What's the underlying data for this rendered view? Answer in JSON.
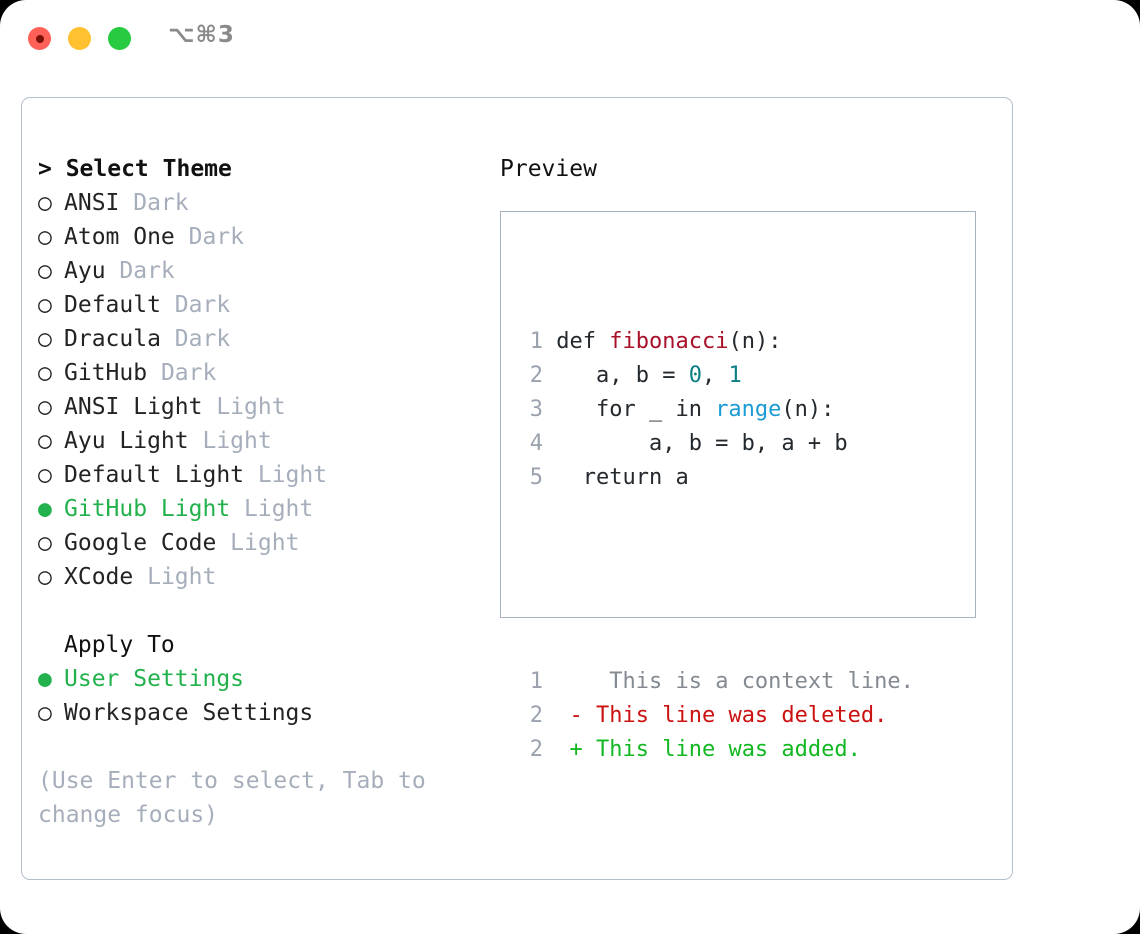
{
  "titlebar": {
    "shortcut": "⌥⌘3",
    "traffic_lights": [
      "close",
      "minimize",
      "maximize"
    ],
    "colors": {
      "red": "#ff6058",
      "yellow": "#ffc130",
      "green": "#27ca40"
    }
  },
  "theme_selector": {
    "heading": "> Select Theme",
    "marker_selected": "●",
    "marker_unselected": "○",
    "accent_color": "#22b14c",
    "items": [
      {
        "name": "ANSI",
        "tag": "Dark",
        "selected": false
      },
      {
        "name": "Atom One",
        "tag": "Dark",
        "selected": false
      },
      {
        "name": "Ayu",
        "tag": "Dark",
        "selected": false
      },
      {
        "name": "Default",
        "tag": "Dark",
        "selected": false
      },
      {
        "name": "Dracula",
        "tag": "Dark",
        "selected": false
      },
      {
        "name": "GitHub",
        "tag": "Dark",
        "selected": false
      },
      {
        "name": "ANSI Light",
        "tag": "Light",
        "selected": false
      },
      {
        "name": "Ayu Light",
        "tag": "Light",
        "selected": false
      },
      {
        "name": "Default Light",
        "tag": "Light",
        "selected": false
      },
      {
        "name": "GitHub Light",
        "tag": "Light",
        "selected": true
      },
      {
        "name": "Google Code",
        "tag": "Light",
        "selected": false
      },
      {
        "name": "XCode",
        "tag": "Light",
        "selected": false
      }
    ]
  },
  "apply_to": {
    "heading": "Apply To",
    "items": [
      {
        "name": "User Settings",
        "selected": true
      },
      {
        "name": "Workspace Settings",
        "selected": false
      }
    ]
  },
  "hint": "(Use Enter to select, Tab to change focus)",
  "preview": {
    "title": "Preview",
    "code": {
      "lines": [
        {
          "no": "1",
          "tokens": [
            {
              "t": "def ",
              "c": "plain"
            },
            {
              "t": "fibonacci",
              "c": "func"
            },
            {
              "t": "(n):",
              "c": "plain"
            }
          ]
        },
        {
          "no": "2",
          "tokens": [
            {
              "t": "    a, b = ",
              "c": "plain"
            },
            {
              "t": "0",
              "c": "num"
            },
            {
              "t": ", ",
              "c": "plain"
            },
            {
              "t": "1",
              "c": "num"
            }
          ]
        },
        {
          "no": "3",
          "tokens": [
            {
              "t": "    for _ in ",
              "c": "plain"
            },
            {
              "t": "range",
              "c": "builtin"
            },
            {
              "t": "(n):",
              "c": "plain"
            }
          ]
        },
        {
          "no": "4",
          "tokens": [
            {
              "t": "        a, b = b, a + b",
              "c": "plain"
            }
          ]
        },
        {
          "no": "5",
          "tokens": [
            {
              "t": "   return a",
              "c": "plain"
            }
          ]
        }
      ]
    },
    "diff": {
      "lines": [
        {
          "no": "1",
          "sign": " ",
          "text": "  This is a context line.",
          "kind": "ctx"
        },
        {
          "no": "2",
          "sign": "-",
          "text": " This line was deleted.",
          "kind": "del"
        },
        {
          "no": "2",
          "sign": "+",
          "text": " This line was added.",
          "kind": "add"
        }
      ]
    },
    "colors": {
      "function": "#a9102a",
      "number": "#0a7e85",
      "builtin": "#1b9ad4",
      "context": "#848a91",
      "deleted": "#cc1111",
      "added": "#12b822",
      "lineno": "#9aa2ad"
    }
  }
}
